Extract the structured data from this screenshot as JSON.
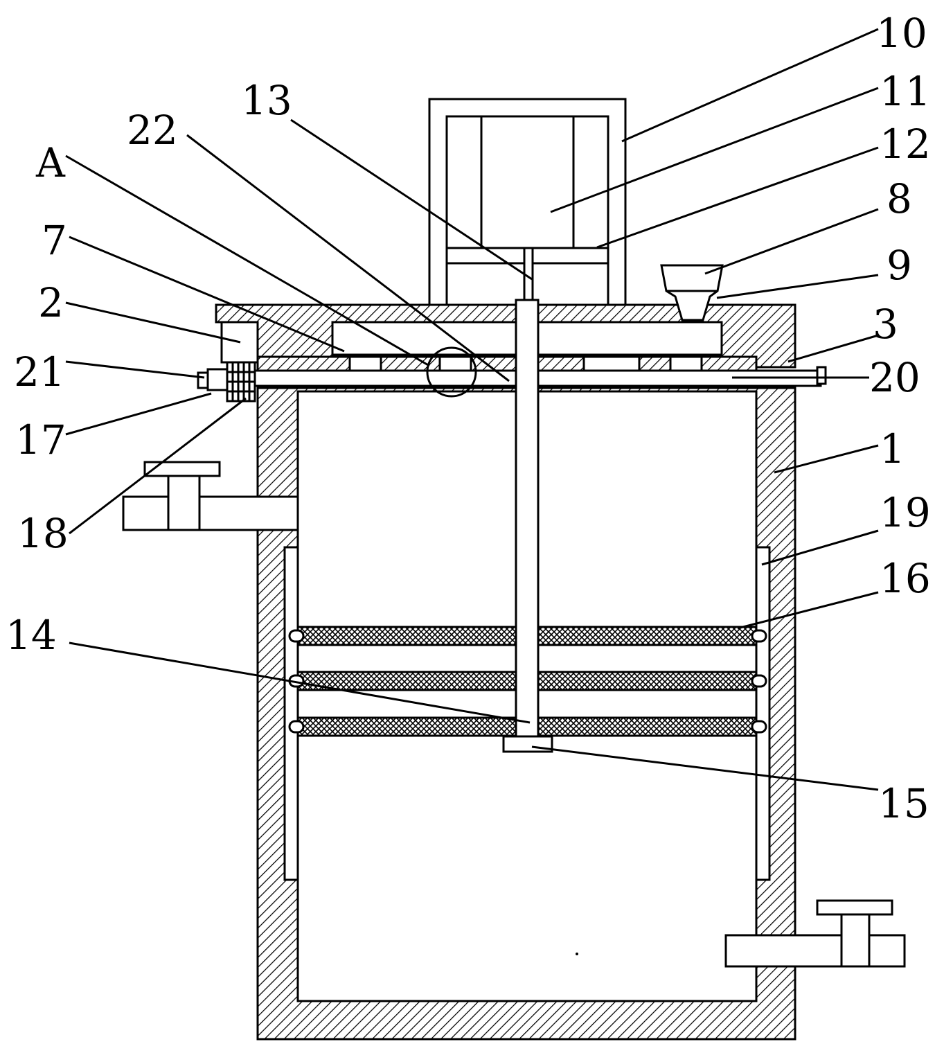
{
  "labels": {
    "l1": "1",
    "l2": "2",
    "l3": "3",
    "l7": "7",
    "l8": "8",
    "l9": "9",
    "l10": "10",
    "l11": "11",
    "l12": "12",
    "l13": "13",
    "l14": "14",
    "l15": "15",
    "l16": "16",
    "l17": "17",
    "l18": "18",
    "l19": "19",
    "l20": "20",
    "l21": "21",
    "l22": "22",
    "lA": "A"
  },
  "colors": {
    "line": "#000000",
    "background": "#ffffff"
  }
}
